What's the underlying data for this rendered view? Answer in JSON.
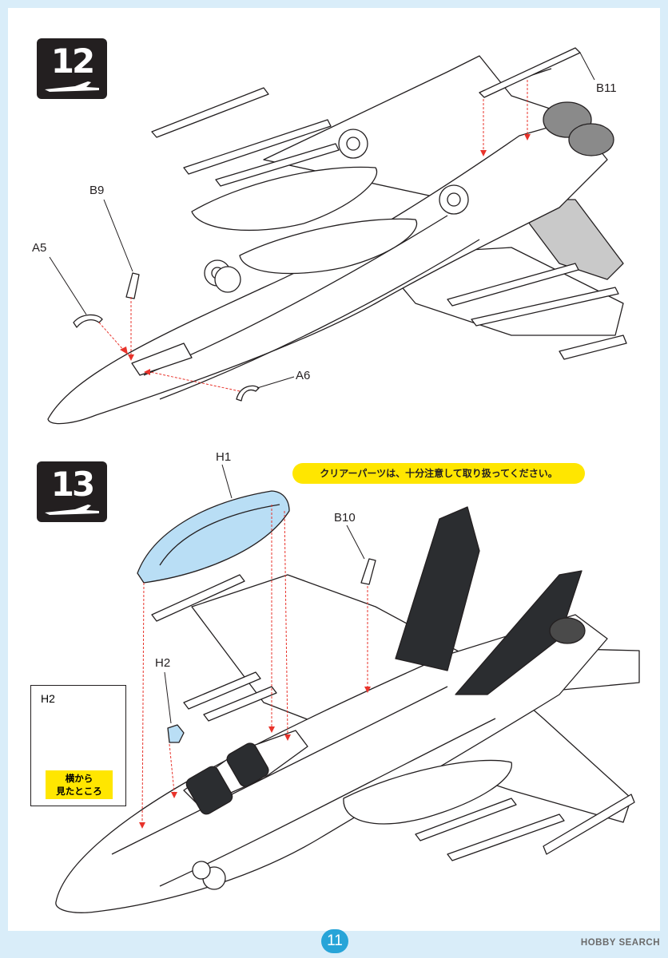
{
  "steps": [
    {
      "number": "12",
      "parts": [
        "B11",
        "B9",
        "A5",
        "A6"
      ]
    },
    {
      "number": "13",
      "parts": [
        "H1",
        "B10",
        "H2"
      ],
      "note": "クリアーパーツは、十分注意して取り扱ってください。",
      "inset": {
        "title": "H2",
        "caption_line1": "横から",
        "caption_line2": "見たところ"
      }
    }
  ],
  "page_number": "11",
  "watermark": "HOBBY SEARCH",
  "colors": {
    "background": "#d9edf9",
    "badge": "#231f20",
    "note": "#ffe600",
    "canopy": "#b9def5",
    "arrow": "#e8332b",
    "fin": "#2b2d30",
    "page_number": "#27a4d8"
  }
}
